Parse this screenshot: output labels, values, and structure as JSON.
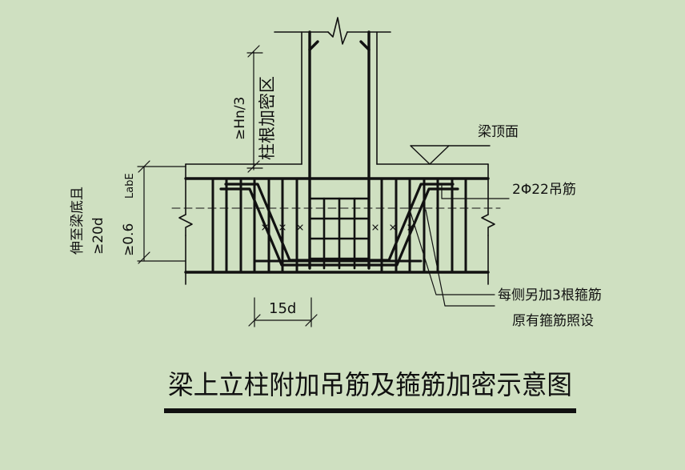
{
  "colors": {
    "background": "#cfe0c1",
    "ink": "#111111"
  },
  "labels": {
    "column_zone": "柱根加密区",
    "hn3": "≥Hn/3",
    "beam_top": "梁顶面",
    "hanger_bars": "2Φ22吊筋",
    "extra_stirrups_1": "每侧另加3根箍筋",
    "extra_stirrups_2": "原有箍筋照设",
    "anchor_1": "伸至梁底且",
    "anchor_2": "≥20d",
    "lae_prefix": "≥0.6",
    "lae": "LabE",
    "dim_15d": "15d",
    "title": "梁上立柱附加吊筋及箍筋加密示意图"
  }
}
